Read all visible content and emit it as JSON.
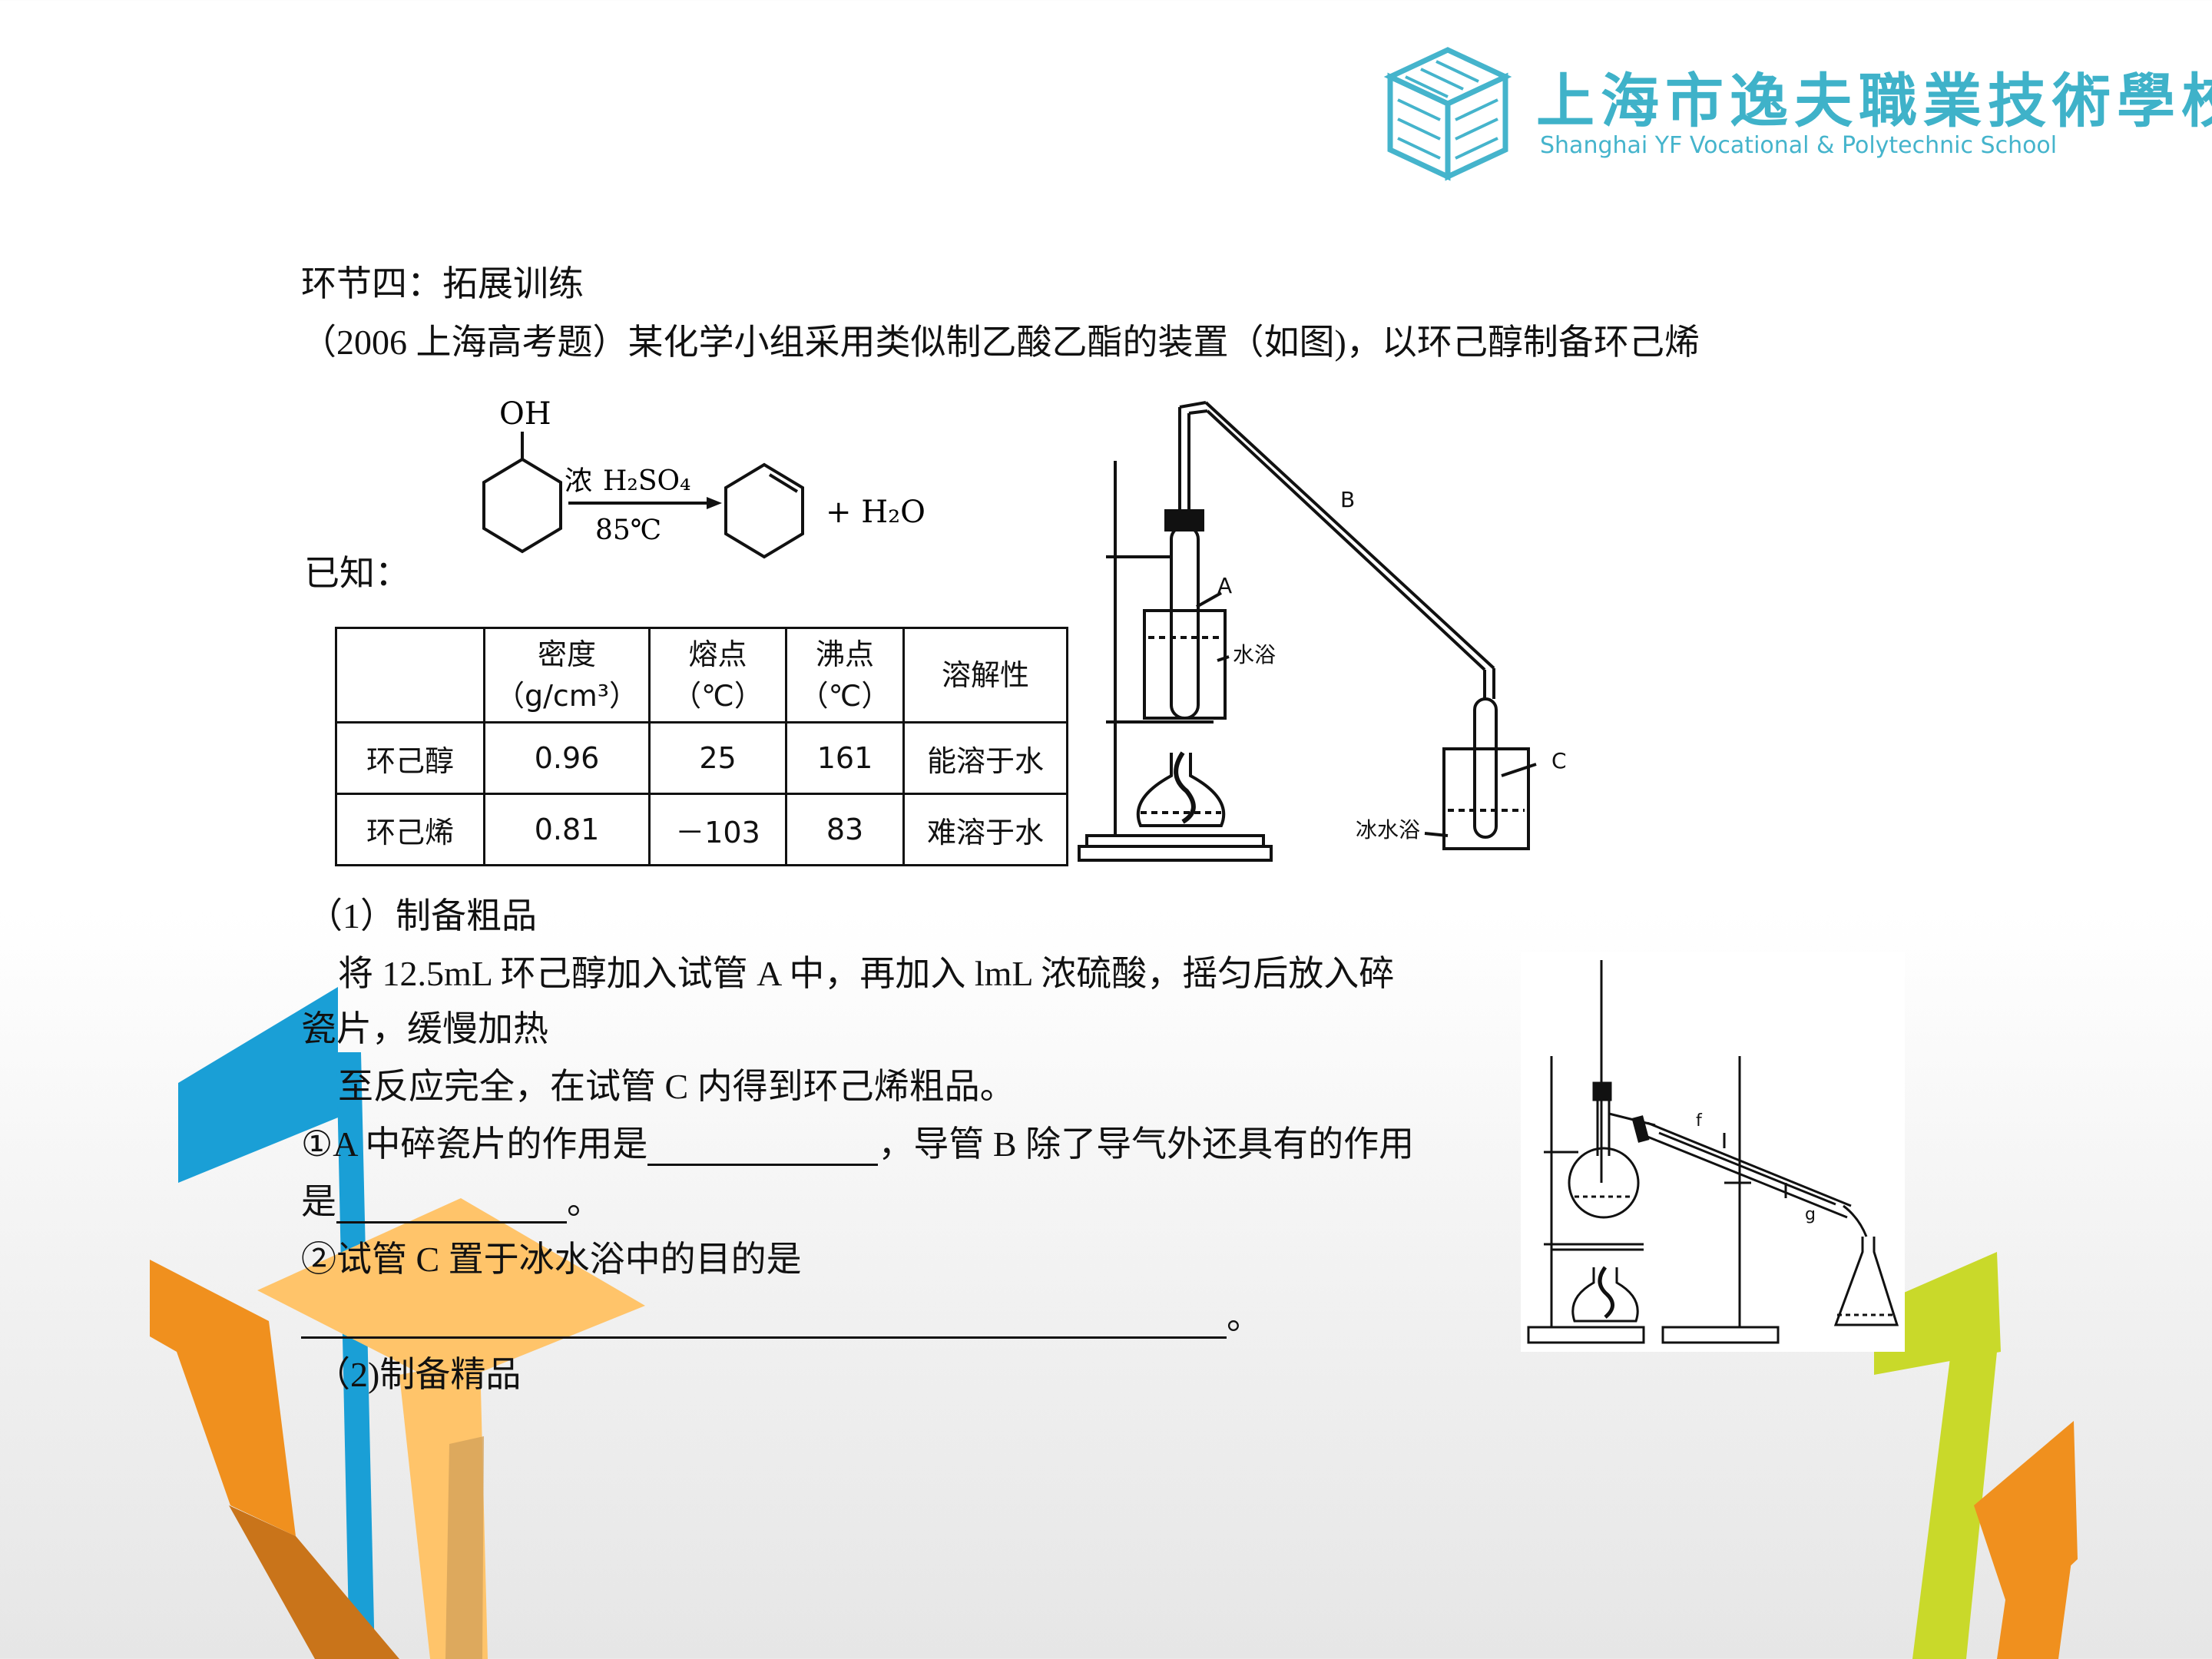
{
  "logo": {
    "cn": "上海市逸夫職業技術學校",
    "en": "Shanghai YF Vocational & Polytechnic School"
  },
  "section_title": "环节四：拓展训练",
  "intro": "（2006 上海高考题）某化学小组采用类似制乙酸乙酯的装置（如图)，以环己醇制备环己烯",
  "reaction": {
    "oh": "OH",
    "reagent_prefix": "浓",
    "reagent": "H₂SO₄",
    "temperature": "85℃",
    "product_extra": "+ H₂O"
  },
  "known_label": "已知：",
  "table": {
    "headers": [
      {
        "line1": "",
        "line2": ""
      },
      {
        "line1": "密度",
        "line2": "（g/cm³）"
      },
      {
        "line1": "熔点",
        "line2": "（℃）"
      },
      {
        "line1": "沸点",
        "line2": "（℃）"
      },
      {
        "line1": "溶解性",
        "line2": ""
      }
    ],
    "rows": [
      [
        "环己醇",
        "0.96",
        "25",
        "161",
        "能溶于水"
      ],
      [
        "环己烯",
        "0.81",
        "－103",
        "83",
        "难溶于水"
      ]
    ]
  },
  "apparatus1": {
    "label_b": "B",
    "label_a": "A",
    "label_c": "C",
    "water_bath": "水浴",
    "ice_bath": "冰水浴"
  },
  "apparatus2": {
    "label_f": "f",
    "label_g": "g"
  },
  "questions": {
    "q1_title": "（1）制备粗品",
    "q1_line1": "将 12.5mL 环己醇加入试管 A 中，再加入 lmL 浓硫酸，摇匀后放入碎",
    "q1_line2": "瓷片，缓慢加热",
    "q1_line3": "至反应完全，在试管 C 内得到环己烯粗品。",
    "q1a_part1": "①A 中碎瓷片的作用是",
    "q1a_part2": "，导管 B 除了导气外还具有的作用",
    "q1a_part3": "是",
    "q1a_end": "。",
    "q1b": "②试管 C 置于冰水浴中的目的是",
    "q1b_end": "。",
    "q2_title": "（2)制备精品"
  },
  "colors": {
    "logo": "#3fb2c9",
    "deco_blue": "#1a9fd6",
    "deco_orange": "#f0901e",
    "deco_light_orange": "#ffc46a",
    "deco_yellow_green": "#c9d92a",
    "deco_dark_orange": "#c9741a"
  }
}
